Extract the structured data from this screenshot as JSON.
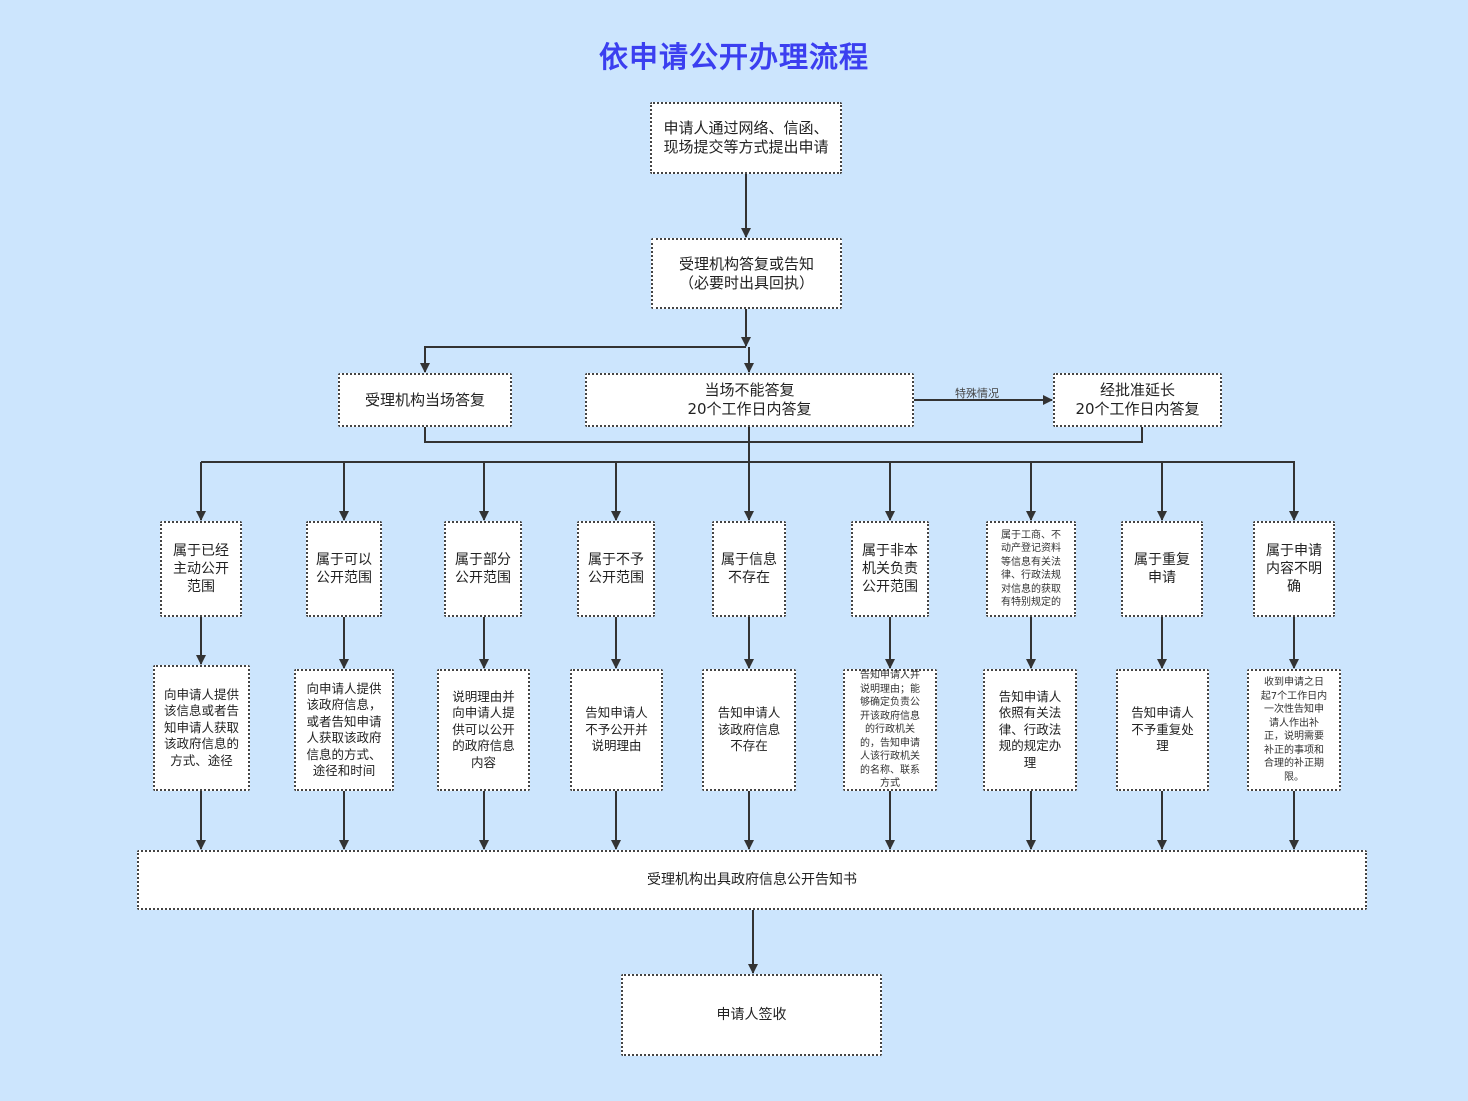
{
  "title": "依申请公开办理流程",
  "nodes": {
    "submit": "申请人通过网络、信函、\n现场提交等方式提出申请",
    "reply": "受理机构答复或告知\n（必要时出具回执）",
    "onsite": "受理机构当场答复",
    "not_onsite": "当场不能答复\n20个工作日内答复",
    "extend": "经批准延长\n20个工作日内答复",
    "notice": "受理机构出具政府信息公开告知书",
    "sign": "申请人签收"
  },
  "edge_labels": {
    "special": "特殊情况"
  },
  "categories": [
    {
      "condition": "属于已经\n主动公开\n范围",
      "action": "向申请人提供\n该信息或者告\n知申请人获取\n该政府信息的\n方式、途径"
    },
    {
      "condition": "属于可以\n公开范围",
      "action": "向申请人提供\n该政府信息，\n或者告知申请\n人获取该政府\n信息的方式、\n途径和时间"
    },
    {
      "condition": "属于部分\n公开范围",
      "action": "说明理由并\n向申请人提\n供可以公开\n的政府信息\n内容"
    },
    {
      "condition": "属于不予\n公开范围",
      "action": "告知申请人\n不予公开并\n说明理由"
    },
    {
      "condition": "属于信息\n不存在",
      "action": "告知申请人\n该政府信息\n不存在"
    },
    {
      "condition": "属于非本\n机关负责\n公开范围",
      "action": "告知申请人并\n说明理由；能\n够确定负责公\n开该政府信息\n的行政机关\n的，告知申请\n人该行政机关\n的名称、联系\n方式"
    },
    {
      "condition": "属于工商、不\n动产登记资料\n等信息有关法\n律、行政法规\n对信息的获取\n有特别规定的",
      "action": "告知申请人\n依照有关法\n律、行政法\n规的规定办\n理"
    },
    {
      "condition": "属于重复\n申请",
      "action": "告知申请人\n不予重复处\n理"
    },
    {
      "condition": "属于申请\n内容不明\n确",
      "action": "收到申请之日\n起7个工作日内\n一次性告知申\n请人作出补\n正，说明需要\n补正的事项和\n合理的补正期\n限。"
    }
  ],
  "colors": {
    "background": "#cce5fd",
    "title": "#3b3ff0",
    "line": "#333333"
  }
}
